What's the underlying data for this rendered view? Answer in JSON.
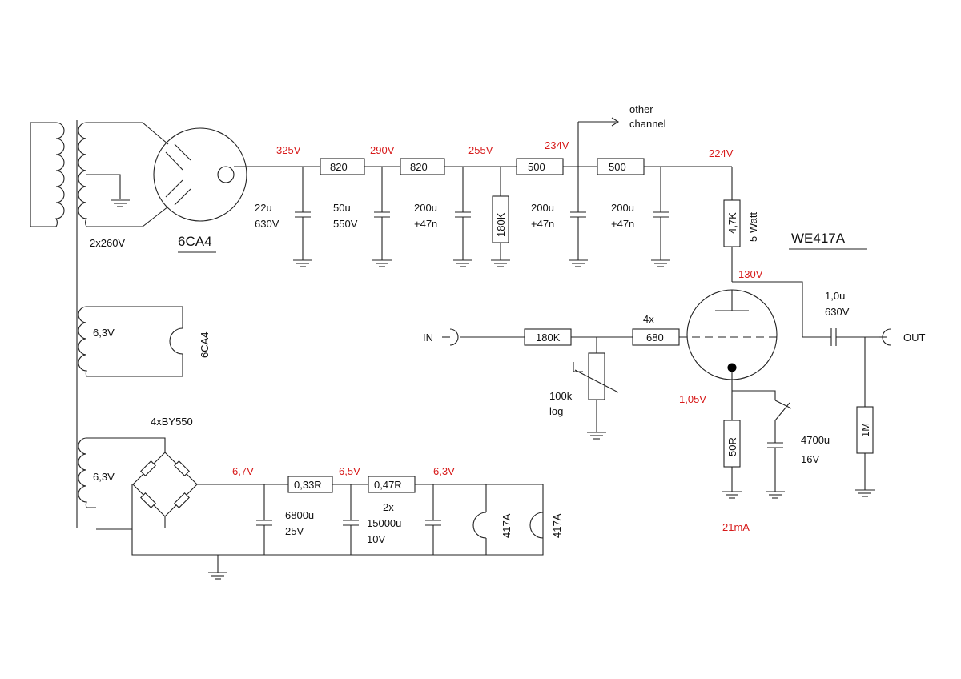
{
  "colors": {
    "line": "#222222",
    "voltage": "#d71a1a",
    "text": "#111111"
  },
  "power_supply": {
    "transformer_secondary": "2x260V",
    "rectifier_tube": "6CA4",
    "filter_nodes": [
      {
        "voltage": "325V",
        "cap_value": "22u",
        "cap_rating": "630V"
      },
      {
        "voltage": "290V",
        "cap_value": "50u",
        "cap_rating": "550V"
      },
      {
        "voltage": "255V",
        "cap_value": "200u",
        "cap_rating": "+47n"
      },
      {
        "voltage": "234V",
        "cap_value": "200u",
        "cap_rating": "+47n"
      },
      {
        "voltage": "224V",
        "cap_value": "200u",
        "cap_rating": "+47n"
      }
    ],
    "series_resistors": [
      "820",
      "820",
      "500",
      "500"
    ],
    "bleeder_resistor": "180K",
    "other_channel": [
      "other",
      "channel"
    ]
  },
  "heater_6ca4": {
    "winding": "6,3V",
    "tube_label": "6CA4"
  },
  "heater_supply": {
    "winding": "6,3V",
    "bridge": "4xBY550",
    "voltages": [
      "6,7V",
      "6,5V",
      "6,3V"
    ],
    "resistors": [
      "0,33R",
      "0,47R"
    ],
    "cap1": [
      "6800u",
      "25V"
    ],
    "cap2": [
      "2x",
      "15000u",
      "10V"
    ],
    "heater_labels": [
      "417A",
      "417A"
    ]
  },
  "amplifier": {
    "tube": "WE417A",
    "plate_resistor": "4,7K",
    "plate_resistor_rating": "5 Watt",
    "plate_voltage": "130V",
    "output_cap": [
      "1,0u",
      "630V"
    ],
    "input_label": "IN",
    "output_label": "OUT",
    "input_resistor": "180K",
    "volume_pot": [
      "100k",
      "log"
    ],
    "grid_stopper_count": "4x",
    "grid_stopper": "680",
    "cathode_voltage": "1,05V",
    "cathode_resistor": "50R",
    "cathode_cap": [
      "4700u",
      "16V"
    ],
    "output_resistor": "1M",
    "current": "21mA"
  }
}
